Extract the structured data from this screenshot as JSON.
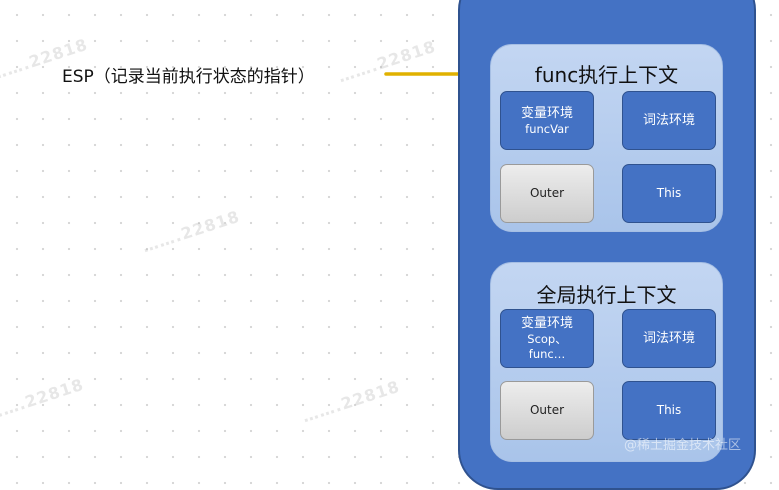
{
  "esp_label": "ESP（记录当前执行状态的指针）",
  "watermarks": [
    "…….22818",
    "…….22818",
    "…….22818",
    "…….22818",
    "…….22818"
  ],
  "func_context": {
    "title": "func执行上下文",
    "variable_env": {
      "label": "变量环境",
      "sub": "funcVar"
    },
    "lexical_env": {
      "label": "词法环境"
    },
    "outer": {
      "label": "Outer"
    },
    "this": {
      "label": "This"
    }
  },
  "global_context": {
    "title": "全局执行上下文",
    "variable_env": {
      "label": "变量环境",
      "sub1": "Scop、",
      "sub2": "func…"
    },
    "lexical_env": {
      "label": "词法环境"
    },
    "outer": {
      "label": "Outer"
    },
    "this": {
      "label": "This"
    }
  },
  "footer": {
    "credit": "@稀土掘金技术社区"
  },
  "colors": {
    "stack_fill": "#4472c4",
    "context_fill": "#b8cdee",
    "cell_fill": "#4472c4",
    "outer_fill": "#d9d9d9",
    "arrow": "#e0b100"
  }
}
